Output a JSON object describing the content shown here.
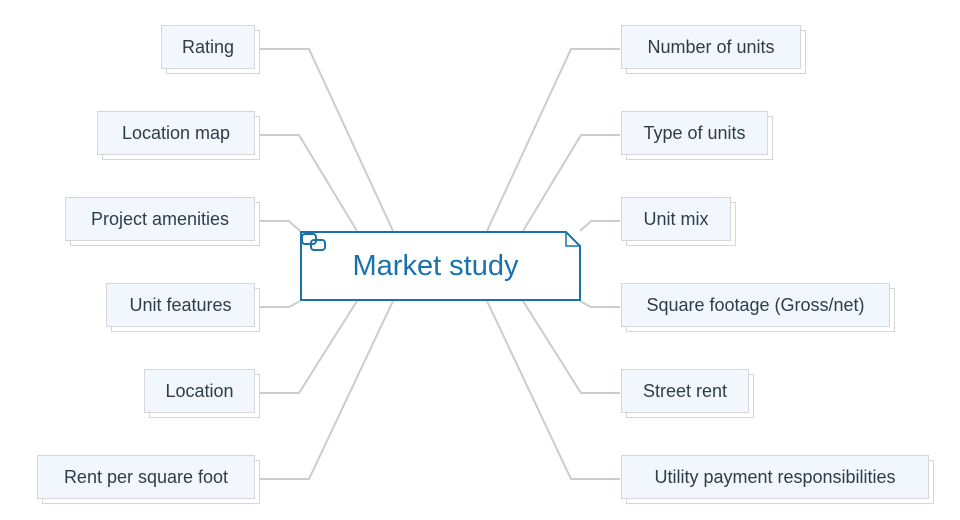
{
  "center": {
    "label": "Market study",
    "icon": "linked-topic-icon"
  },
  "left": [
    {
      "id": "rating",
      "label": "Rating"
    },
    {
      "id": "location-map",
      "label": "Location map"
    },
    {
      "id": "project-amenities",
      "label": "Project amenities"
    },
    {
      "id": "unit-features",
      "label": "Unit features"
    },
    {
      "id": "location",
      "label": "Location"
    },
    {
      "id": "rent-per-square-foot",
      "label": "Rent per square foot"
    }
  ],
  "right": [
    {
      "id": "number-of-units",
      "label": "Number of units"
    },
    {
      "id": "type-of-units",
      "label": "Type of units"
    },
    {
      "id": "unit-mix",
      "label": "Unit mix"
    },
    {
      "id": "square-footage",
      "label": "Square footage (Gross/net)"
    },
    {
      "id": "street-rent",
      "label": "Street rent"
    },
    {
      "id": "utility-payment-responsibilities",
      "label": "Utility payment responsibilities"
    }
  ],
  "colors": {
    "connector": "#cccccc",
    "center_border": "#1a72ad",
    "center_text": "#1a72ad",
    "node_fill": "#f1f7fc",
    "node_border": "#d6d6d6",
    "node_text": "#2f3d4a"
  }
}
